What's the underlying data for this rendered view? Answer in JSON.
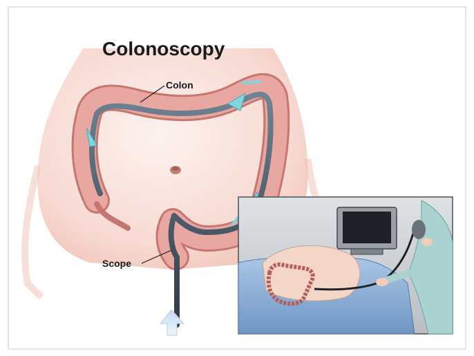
{
  "figure": {
    "title": "Colonoscopy",
    "labels": {
      "colon": "Colon",
      "scope": "Scope"
    }
  },
  "colors": {
    "skin_light": "#fbe9e4",
    "skin_mid": "#f2c0b4",
    "colon_fill": "#e9a7a2",
    "colon_edge": "#c7766f",
    "scope_dark": "#2f3a44",
    "scope_light": "#8da0ad",
    "arrow": "#7fd7e0",
    "drape_blue": "#8fb2d8",
    "room_gray": "#c9cdd1",
    "gown_teal": "#a9d2d0"
  }
}
